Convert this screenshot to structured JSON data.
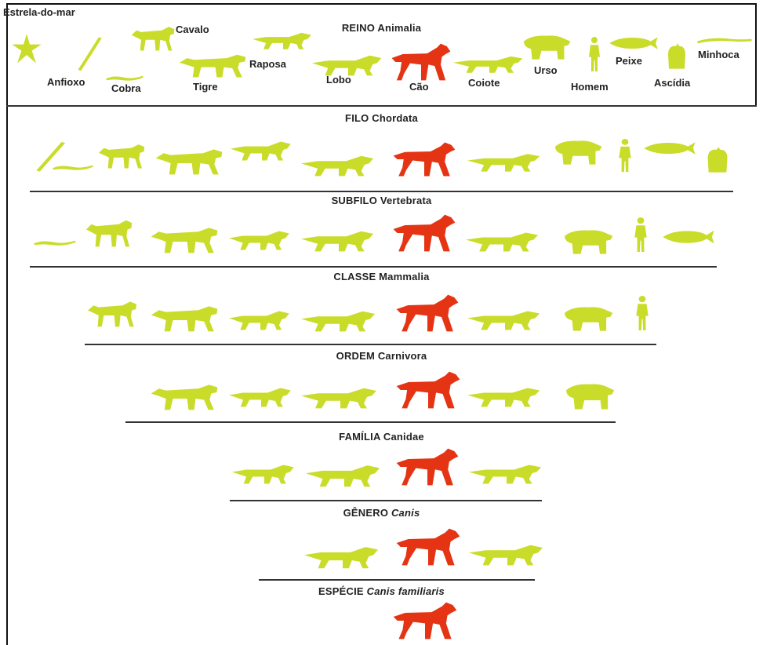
{
  "colors": {
    "other": "#c9dc2a",
    "dog": "#e43414",
    "line": "#333333"
  },
  "reino": {
    "rank": "REINO",
    "taxon": "Animalia",
    "labels": {
      "estrela": "Estrela-do-mar",
      "anfioxo": "Anfioxo",
      "cobra": "Cobra",
      "cavalo": "Cavalo",
      "tigre": "Tigre",
      "raposa": "Raposa",
      "lobo": "Lobo",
      "cao": "Cão",
      "coiote": "Coiote",
      "urso": "Urso",
      "homem": "Homem",
      "peixe": "Peixe",
      "ascidia": "Ascídia",
      "minhoca": "Minhoca"
    }
  },
  "levels": [
    {
      "rank": "FILO",
      "taxon": "Chordata",
      "italic": false
    },
    {
      "rank": "SUBFILO",
      "taxon": "Vertebrata",
      "italic": false
    },
    {
      "rank": "CLASSE",
      "taxon": "Mammalia",
      "italic": false
    },
    {
      "rank": "ORDEM",
      "taxon": "Carnivora",
      "italic": false
    },
    {
      "rank": "FAMÍLIA",
      "taxon": "Canidae",
      "italic": false
    },
    {
      "rank": "GÊNERO",
      "taxon": "Canis",
      "italic": true
    },
    {
      "rank": "ESPÉCIE",
      "taxon": "Canis familiaris",
      "italic": true
    }
  ],
  "icons": {
    "starfish": "starfish-icon",
    "lancelet": "lancelet-icon",
    "snake": "snake-icon",
    "horse": "horse-icon",
    "tiger": "tiger-icon",
    "fox": "fox-icon",
    "wolf": "wolf-icon",
    "dog": "dog-icon",
    "coyote": "coyote-icon",
    "bear": "bear-icon",
    "human": "human-icon",
    "fish": "fish-icon",
    "seasquirt": "sea-squirt-icon",
    "worm": "worm-icon"
  }
}
